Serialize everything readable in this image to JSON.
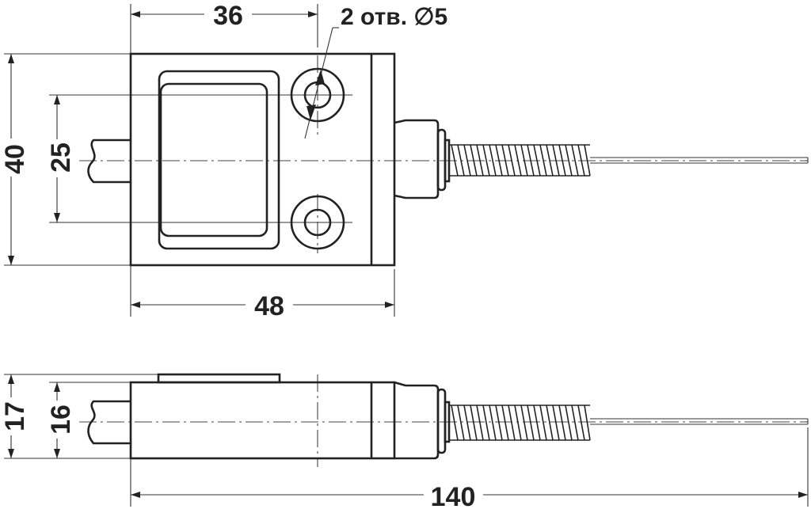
{
  "dimensions": {
    "width_36": "36",
    "holes": "2 отв. ∅5",
    "height_40": "40",
    "spacing_25": "25",
    "length_48": "48",
    "height_17": "17",
    "height_16": "16",
    "total_140": "140"
  },
  "colors": {
    "line": "#222222",
    "background": "#ffffff"
  }
}
